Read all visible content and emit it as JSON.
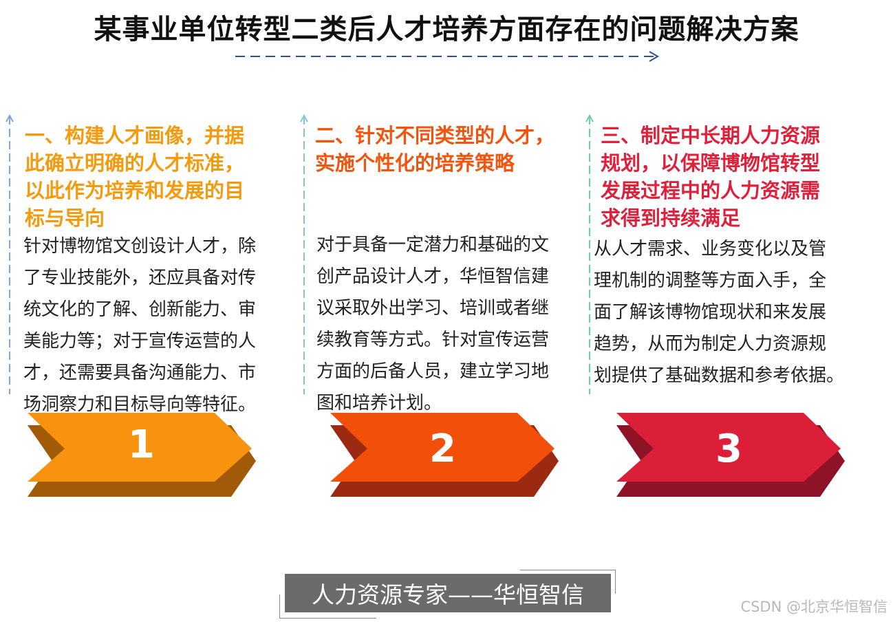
{
  "title": "某事业单位转型二类后人才培养方面存在的问题解决方案",
  "columns": [
    {
      "heading": "一、构建人才画像，并据此确立明确的人才标准，以此作为培养和发展的目标与导向",
      "heading_lines": [
        "一、构建人才画像，并据",
        "此确立明确的人才标准，",
        "以此作为培养和发展的目",
        "标与导向"
      ],
      "body_lines": [
        "针对博物馆文创设计人才，除",
        "了专业技能外，还应具备对传",
        "统文化的了解、创新能力、审",
        "美能力等；对于宣传运营的人",
        "才，还需要具备沟通能力、市",
        "场洞察力和目标导向等特征。"
      ],
      "number": "1",
      "heading_color": "#F59A0C",
      "line_color": "#7FA6DA",
      "chevron_color": "#F7930E",
      "chevron_shadow": "#A05A08"
    },
    {
      "heading": "二、针对不同类型的人才，实施个性化的培养策略",
      "heading_lines": [
        "二、针对不同类型的人才，",
        "实施个性化的培养策略"
      ],
      "body_lines": [
        "对于具备一定潜力和基础的文",
        "创产品设计人才，华恒智信建",
        "议采取外出学习、培训或者继",
        "续教育等方式。针对宣传运营",
        "方面的后备人员，建立学习地",
        "图和培养计划。"
      ],
      "number": "2",
      "heading_color": "#F2540D",
      "line_color": "#7FC4DA",
      "chevron_color": "#F24F0A",
      "chevron_shadow": "#9B2A10"
    },
    {
      "heading": "三、制定中长期人力资源规划，以保障博物馆转型发展过程中的人力资源需求得到持续满足",
      "heading_lines": [
        "三、制定中长期人力资源",
        "规划，以保障博物馆转型",
        "发展过程中的人力资源需",
        "求得到持续满足"
      ],
      "body_lines": [
        "从人才需求、业务变化以及管",
        "理机制的调整等方面入手，全",
        "面了解该博物馆现状和来发展",
        "趋势，从而为制定人力资源规",
        "划提供了基础数据和参考依据。"
      ],
      "number": "3",
      "heading_color": "#E0203A",
      "line_color": "#6FCFA0",
      "chevron_color": "#DC1F38",
      "chevron_shadow": "#8E1326"
    }
  ],
  "footer": "人力资源专家——华恒智信",
  "watermark": "CSDN @北京华恒智信"
}
